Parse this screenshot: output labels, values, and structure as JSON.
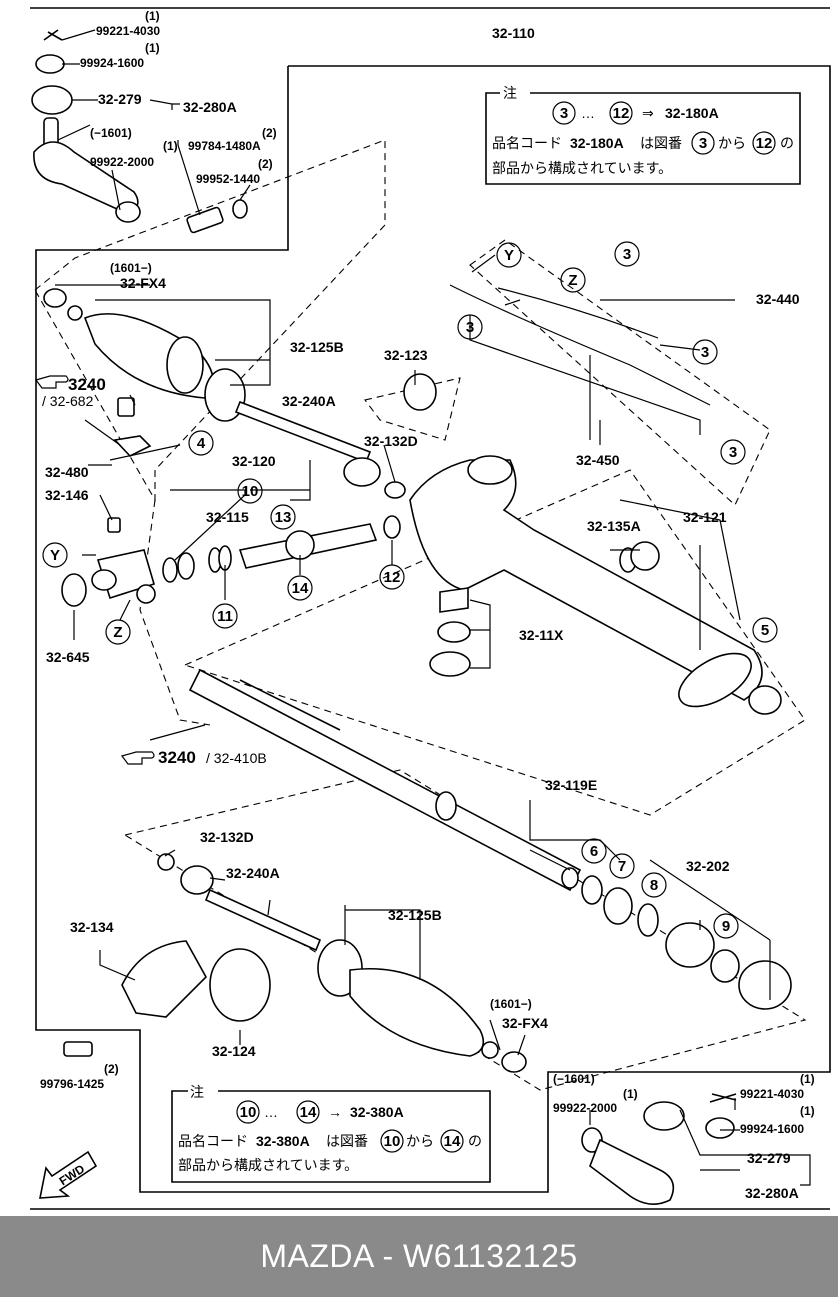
{
  "labels": {
    "l99221_4030_top": "99221-4030",
    "q1_a": "(1)",
    "l99924_1600_top": "99924-1600",
    "q1_b": "(1)",
    "l32_279_top": "32-279",
    "l32_280A_top": "32-280A",
    "date_1601_a": "(−1601)",
    "q2_a": "(2)",
    "q1_c": "(1)",
    "l99784_1480A": "99784-1480A",
    "l99922_2000_top": "99922-2000",
    "q2_b": "(2)",
    "l99952_1440": "99952-1440",
    "l32_110": "32-110",
    "date_1601_b": "(1601−)",
    "l32_FX4_top": "32-FX4",
    "l32_125B_top": "32-125B",
    "l3240_top": "3240",
    "l32_682": "/ 32-682",
    "l32_480": "32-480",
    "l32_146": "32-146",
    "l32_645": "32-645",
    "l32_123": "32-123",
    "l32_240A_top": "32-240A",
    "l32_132D_top": "32-132D",
    "l32_120": "32-120",
    "l32_115": "32-115",
    "l32_440": "32-440",
    "l32_450": "32-450",
    "l32_135A": "32-135A",
    "l32_121": "32-121",
    "l32_11X": "32-11X",
    "l3240_mid": "3240",
    "l32_410B": "/ 32-410B",
    "l32_119E": "32-119E",
    "l32_132D_bot": "32-132D",
    "l32_240A_bot": "32-240A",
    "l32_202": "32-202",
    "l32_134": "32-134",
    "l32_125B_bot": "32-125B",
    "date_1601_c": "(1601−)",
    "l32_FX4_bot": "32-FX4",
    "l32_124": "32-124",
    "l99796_1425": "99796-1425",
    "q2_c": "(2)",
    "date_1601_d": "(−1601)",
    "q1_d": "(1)",
    "l99922_2000_bot": "99922-2000",
    "l99221_4030_bot": "99221-4030",
    "q1_e": "(1)",
    "l99924_1600_bot": "99924-1600",
    "q1_f": "(1)",
    "l32_279_bot": "32-279",
    "l32_280A_bot": "32-280A",
    "fwd": "FWD"
  },
  "circles": {
    "c3_a": "3",
    "c3_b": "3",
    "c3_c": "3",
    "c3_d": "3",
    "c3_e": "3",
    "c4": "4",
    "c5": "5",
    "c6": "6",
    "c7": "7",
    "c8": "8",
    "c9": "9",
    "c10": "10",
    "c11": "11",
    "c12": "12",
    "c13": "13",
    "c14": "14",
    "cY_a": "Y",
    "cY_b": "Y",
    "cZ_a": "Z",
    "cZ_b": "Z"
  },
  "note_top": {
    "title": "注",
    "range_from": "3",
    "dots": "…",
    "range_to": "12",
    "arrow": "⇒",
    "target": "32-180A",
    "line2_a": "品名コード",
    "line2_code": "32-180A",
    "line2_b": "は図番",
    "line2_from": "3",
    "line2_c": "から",
    "line2_to": "12",
    "line2_d": "の",
    "line3": "部品から構成されています。"
  },
  "note_bottom": {
    "title": "注",
    "range_from": "10",
    "dots": "…",
    "range_to": "14",
    "arrow": "→",
    "target": "32-380A",
    "line2_a": "品名コード",
    "line2_code": "32-380A",
    "line2_b": "は図番",
    "line2_from": "10",
    "line2_c": "から",
    "line2_to": "14",
    "line2_d": "の",
    "line3": "部品から構成されています。"
  },
  "footer": {
    "caption": "MAZDA - W61132125"
  }
}
